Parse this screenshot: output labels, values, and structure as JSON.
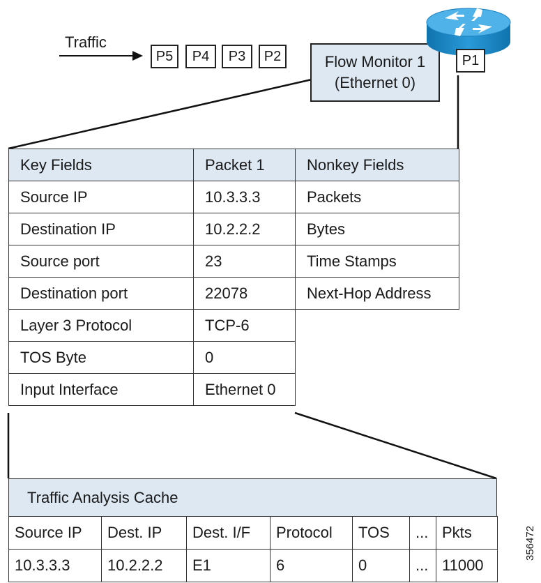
{
  "traffic": {
    "label": "Traffic",
    "packets": [
      "P5",
      "P4",
      "P3",
      "P2"
    ]
  },
  "router": {
    "icon": "router-icon",
    "packet": "P1"
  },
  "flow_monitor": {
    "line1": "Flow Monitor 1",
    "line2": "(Ethernet 0)"
  },
  "flow_table": {
    "headers": [
      "Key Fields",
      "Packet 1",
      "Nonkey Fields"
    ],
    "rows": [
      [
        "Source IP",
        "10.3.3.3",
        "Packets"
      ],
      [
        "Destination IP",
        "10.2.2.2",
        "Bytes"
      ],
      [
        "Source port",
        "23",
        "Time Stamps"
      ],
      [
        "Destination port",
        "22078",
        "Next-Hop Address"
      ],
      [
        "Layer 3 Protocol",
        "TCP-6",
        ""
      ],
      [
        "TOS Byte",
        "0",
        ""
      ],
      [
        "Input Interface",
        "Ethernet 0",
        ""
      ]
    ]
  },
  "cache": {
    "title": "Traffic Analysis Cache",
    "headers": [
      "Source IP",
      "Dest. IP",
      "Dest. I/F",
      "Protocol",
      "TOS",
      "...",
      "Pkts"
    ],
    "row": [
      "10.3.3.3",
      "10.2.2.2",
      "E1",
      "6",
      "0",
      "...",
      "11000"
    ]
  },
  "figure_id": "356472",
  "colors": {
    "header_fill": "#dde8f3",
    "router_blue": "#1a8fd0",
    "router_top": "#4fb3ea"
  }
}
